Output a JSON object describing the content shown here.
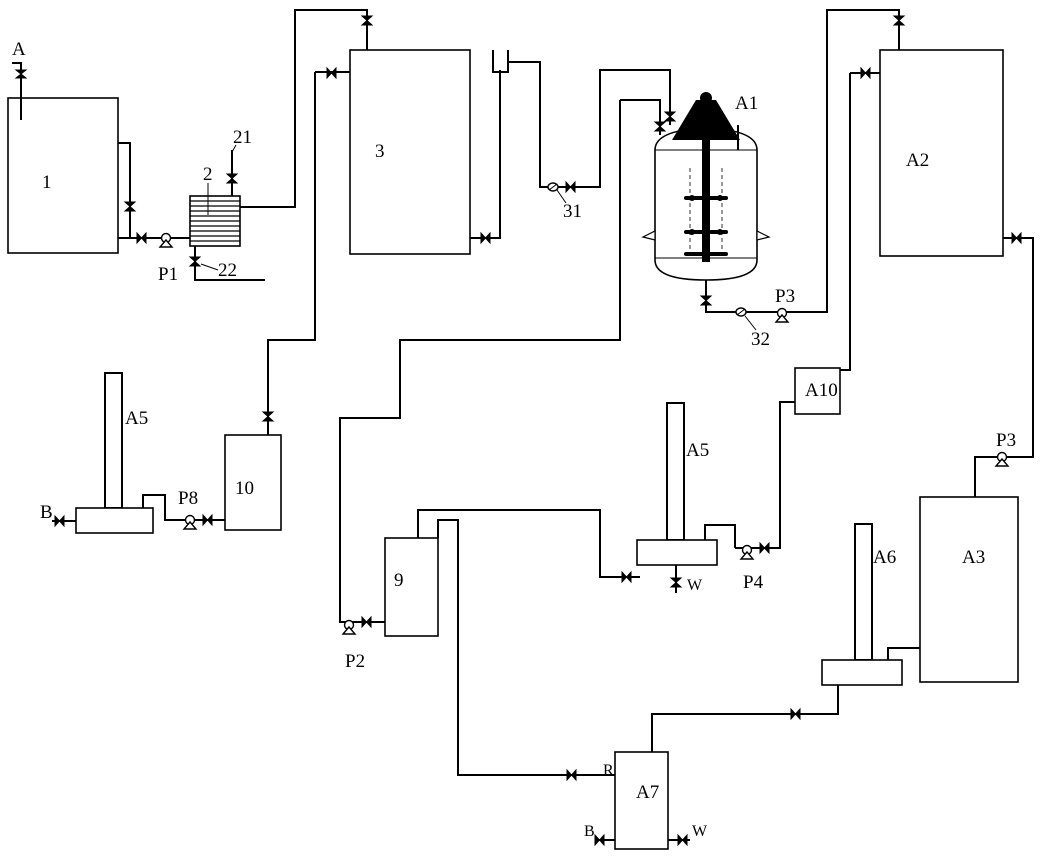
{
  "labels": {
    "A_in": "A",
    "tank1": "1",
    "hx2": "2",
    "n21": "21",
    "n22": "22",
    "p1": "P1",
    "tank3": "3",
    "n31": "31",
    "a1": "A1",
    "n32": "32",
    "p3_top": "P3",
    "a2": "A2",
    "a10": "A10",
    "p3_right": "P3",
    "a3": "A3",
    "a5_left": "A5",
    "b_left": "B",
    "p8": "P8",
    "tank10": "10",
    "tank9": "9",
    "p2": "P2",
    "a5_mid": "A5",
    "w_mid": "W",
    "p4": "P4",
    "a6": "A6",
    "a7": "A7",
    "r": "R",
    "b_bottom": "B",
    "w_bottom": "W"
  }
}
